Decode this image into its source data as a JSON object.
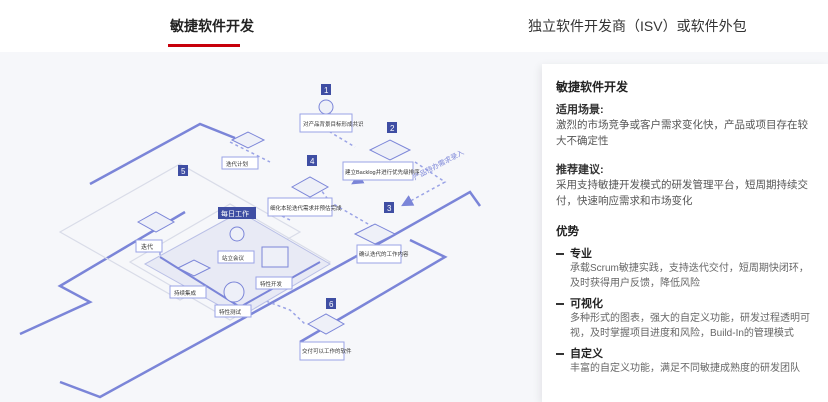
{
  "tabs": [
    {
      "label": "敏捷软件开发",
      "active": true
    },
    {
      "label": "独立软件开发商（ISV）或软件外包",
      "active": false
    }
  ],
  "diagram": {
    "steps": [
      {
        "num": "1",
        "label": "对产品背景目标形成共识"
      },
      {
        "num": "2",
        "label": "建立Backlog并进行优先级排序"
      },
      {
        "num": "3",
        "label": "确认迭代的工作内容"
      },
      {
        "num": "4",
        "label": "细化本轮迭代需求并预估完成"
      },
      {
        "num": "5",
        "label": "迭代计划"
      },
      {
        "num": "6",
        "label": "交付可以工作的软件"
      }
    ],
    "daily_work": "每日工作",
    "iteration": "迭代",
    "standup": "站立会议",
    "continuous_integration": "持续集成",
    "feature_dev": "特性开发",
    "feature_test": "特性测试",
    "side_label": "产品待办需求录入"
  },
  "panel": {
    "title": "敏捷软件开发",
    "scenario_label": "适用场景:",
    "scenario_text": "激烈的市场竞争或客户需求变化快，产品或项目存在较大不确定性",
    "advice_label": "推荐建议:",
    "advice_text": "采用支持敏捷开发模式的研发管理平台，短周期持续交付，快速响应需求和市场变化",
    "advantages_label": "优势",
    "advantages": [
      {
        "title": "专业",
        "text": "承载Scrum敏捷实践，支持迭代交付，短周期快闭环，及时获得用户反馈，降低风险"
      },
      {
        "title": "可视化",
        "text": "多种形式的图表，强大的自定义功能，研发过程透明可视，及时掌握项目进度和风险，Build-In的管理模式"
      },
      {
        "title": "自定义",
        "text": "丰富的自定义功能，满足不同敏捷成熟度的研发团队"
      }
    ]
  },
  "colors": {
    "accent": "#c7000b",
    "line": "#7b85d8",
    "badge": "#3f4ea3"
  }
}
